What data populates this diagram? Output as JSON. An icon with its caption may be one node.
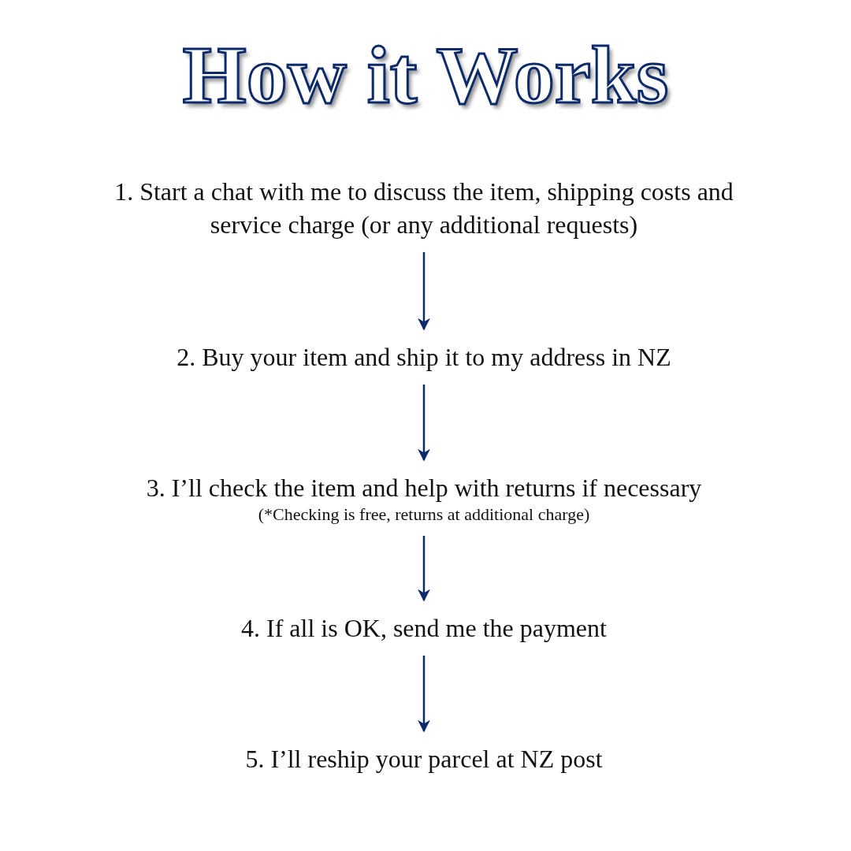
{
  "diagram": {
    "title": "How it Works",
    "nodes": [
      {
        "text": [
          "1. Start a chat with me to discuss the item, shipping costs and service charge (or any additional requests)"
        ]
      },
      {
        "text": [
          "2. Buy your item and ship it to my address in NZ"
        ]
      },
      {
        "text": [
          "3. I’ll check the item and help with returns if necessary",
          "(*Checking is free, returns at additional charge)"
        ]
      },
      {
        "text": [
          "4. If all is OK, send me the payment"
        ]
      },
      {
        "text": [
          "5. I’ll reship your parcel at NZ post"
        ]
      }
    ],
    "edges": [
      {
        "from": 0,
        "to": 1,
        "arrow": "to"
      },
      {
        "from": 1,
        "to": 2,
        "arrow": "to"
      },
      {
        "from": 2,
        "to": 3,
        "arrow": "to"
      },
      {
        "from": 3,
        "to": 4,
        "arrow": "to"
      }
    ]
  }
}
